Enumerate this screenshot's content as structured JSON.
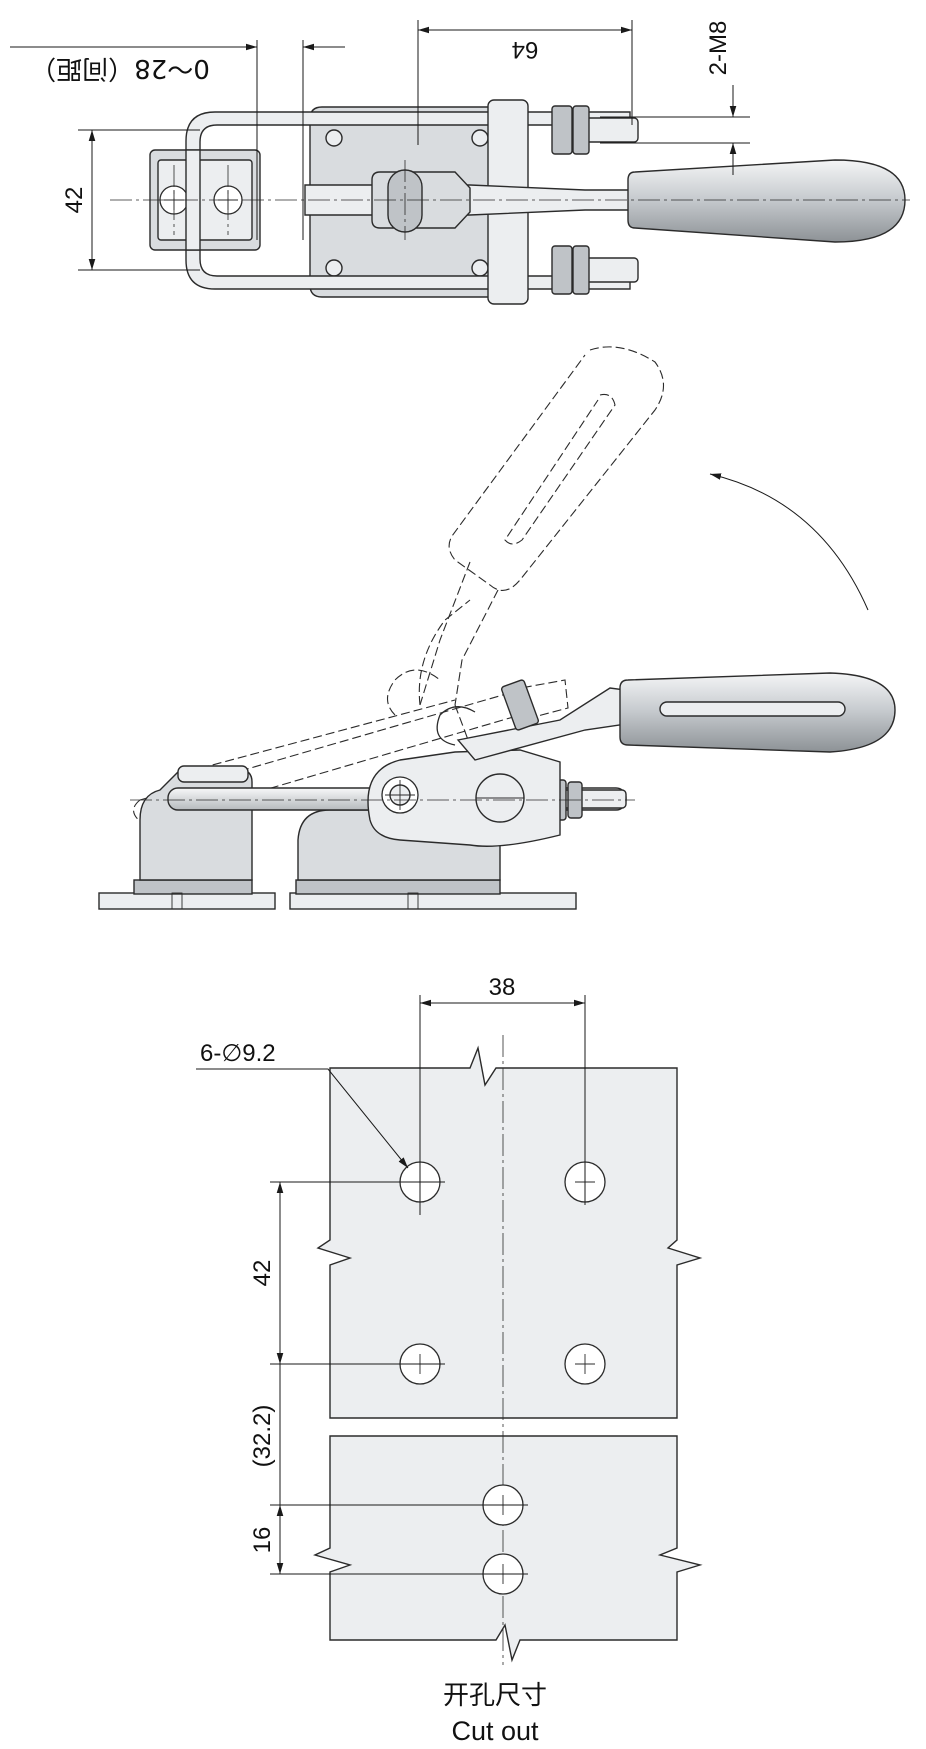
{
  "top_view": {
    "dim_gap": "0～28（间距）",
    "dim_length": "64",
    "dim_thread": "2-M8",
    "dim_width": "42"
  },
  "cutout": {
    "dim_hole": "6-∅9.2",
    "dim_horizontal": "38",
    "dim_vertical": "42",
    "dim_span": "(32.2)",
    "dim_offset": "16",
    "caption_cn": "开孔尺寸",
    "caption_en": "Cut out"
  }
}
